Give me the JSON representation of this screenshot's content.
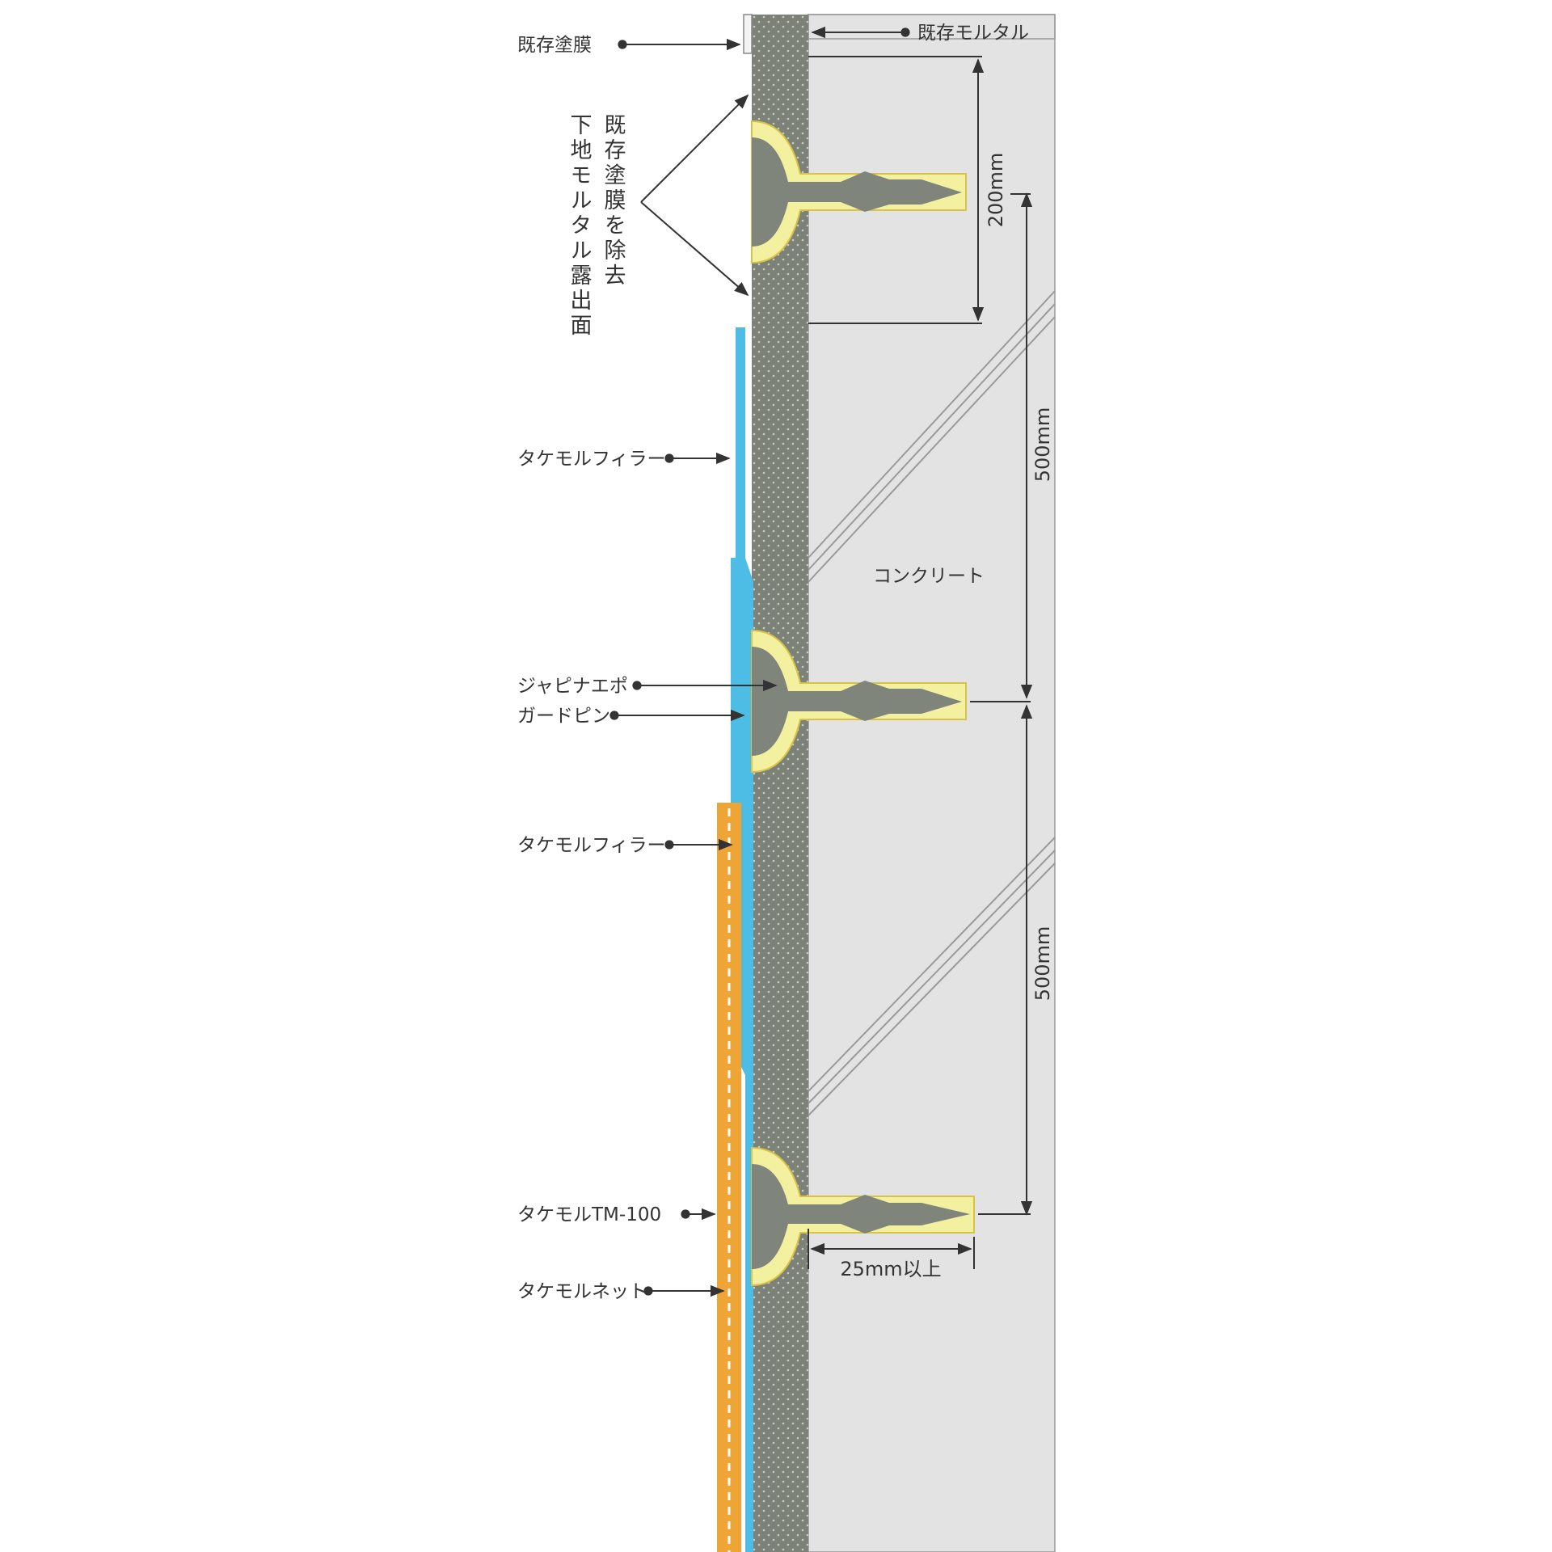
{
  "colors": {
    "concrete": "#e3e3e3",
    "mortar": "#7c8277",
    "mortar_dots": "#c8cdc2",
    "resin": "#f3f0a0",
    "pin": "#7f857a",
    "filler": "#4dbde6",
    "top_coat": "#eea535",
    "net": "#ffffff",
    "leader": "#333333"
  },
  "labels": {
    "existing_coating": "既存塗膜",
    "existing_mortar": "既存モルタル",
    "removal_line1": "既存塗膜を除去",
    "removal_line2": "下地モルタル露出面",
    "filler_upper": "タケモルフィラー",
    "epoxy": "ジャピナエポ",
    "guard_pin": "ガードピン",
    "filler_lower": "タケモルフィラー",
    "tm100": "タケモルTM-100",
    "net": "タケモルネット",
    "concrete": "コンクリート"
  },
  "dimensions": {
    "top_spacing": "200mm",
    "spacing_1": "500mm",
    "spacing_2": "500mm",
    "embed_depth": "25mm以上"
  }
}
